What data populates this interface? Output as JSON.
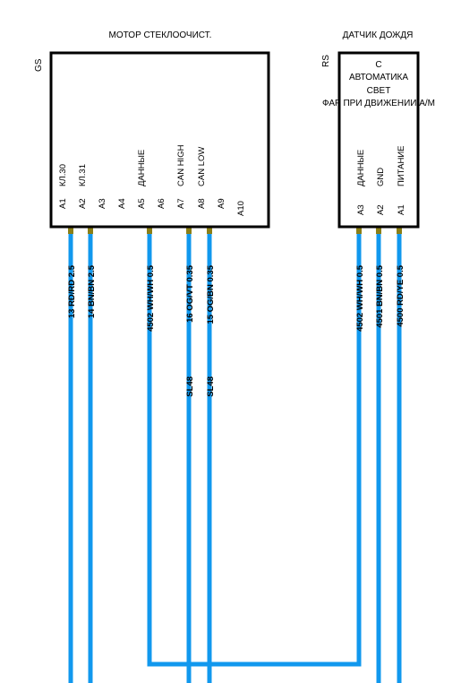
{
  "components": [
    {
      "id": "gs",
      "code": "GS",
      "title": "МОТОР СТЕКЛООЧИСТ.",
      "description": [],
      "pins": [
        {
          "pin": "A1",
          "name": "КЛ.30"
        },
        {
          "pin": "A2",
          "name": "КЛ.31"
        },
        {
          "pin": "A3",
          "name": ""
        },
        {
          "pin": "A4",
          "name": ""
        },
        {
          "pin": "A5",
          "name": "ДАННЫЕ"
        },
        {
          "pin": "A6",
          "name": ""
        },
        {
          "pin": "A7",
          "name": "CAN HIGH"
        },
        {
          "pin": "A8",
          "name": "CAN LOW"
        },
        {
          "pin": "A9",
          "name": ""
        },
        {
          "pin": "A10",
          "name": ""
        }
      ]
    },
    {
      "id": "rs",
      "code": "RS",
      "title": "ДАТЧИК ДОЖДЯ",
      "description": [
        "С",
        "АВТОМАТИКА",
        "СВЕТ",
        "ФАР ПРИ ДВИЖЕНИИ А/М"
      ],
      "pins": [
        {
          "pin": "A3",
          "name": "ДАННЫЕ"
        },
        {
          "pin": "A2",
          "name": "GND"
        },
        {
          "pin": "A1",
          "name": "ПИТАНИЕ"
        }
      ]
    }
  ],
  "wires": [
    {
      "id": "w13",
      "label": "13 RD/RD 2.5",
      "from": "GS.A1",
      "sl": ""
    },
    {
      "id": "w14",
      "label": "14 BN/BN 2.5",
      "from": "GS.A2",
      "sl": ""
    },
    {
      "id": "w4502a",
      "label": "4502 WH/WH 0.5",
      "from": "GS.A5",
      "sl": ""
    },
    {
      "id": "w16",
      "label": "16 OG/VT 0.35",
      "from": "GS.A7",
      "sl": "SL48"
    },
    {
      "id": "w15",
      "label": "15 OG/BN 0.35",
      "from": "GS.A8",
      "sl": "SL48"
    },
    {
      "id": "w4502b",
      "label": "4502 WH/WH 0.5",
      "from": "RS.A3",
      "sl": ""
    },
    {
      "id": "w4501",
      "label": "4501 BN/BN 0.5",
      "from": "RS.A2",
      "sl": ""
    },
    {
      "id": "w4500",
      "label": "4500 RD/YE 0.5",
      "from": "RS.A1",
      "sl": ""
    }
  ],
  "connections": [
    {
      "between": [
        "GS.A5",
        "RS.A3"
      ],
      "wire": "4502 WH/WH 0.5"
    }
  ],
  "colors": {
    "wire": "#1198ee",
    "stub": "#8b7f17",
    "outline": "#000000"
  }
}
